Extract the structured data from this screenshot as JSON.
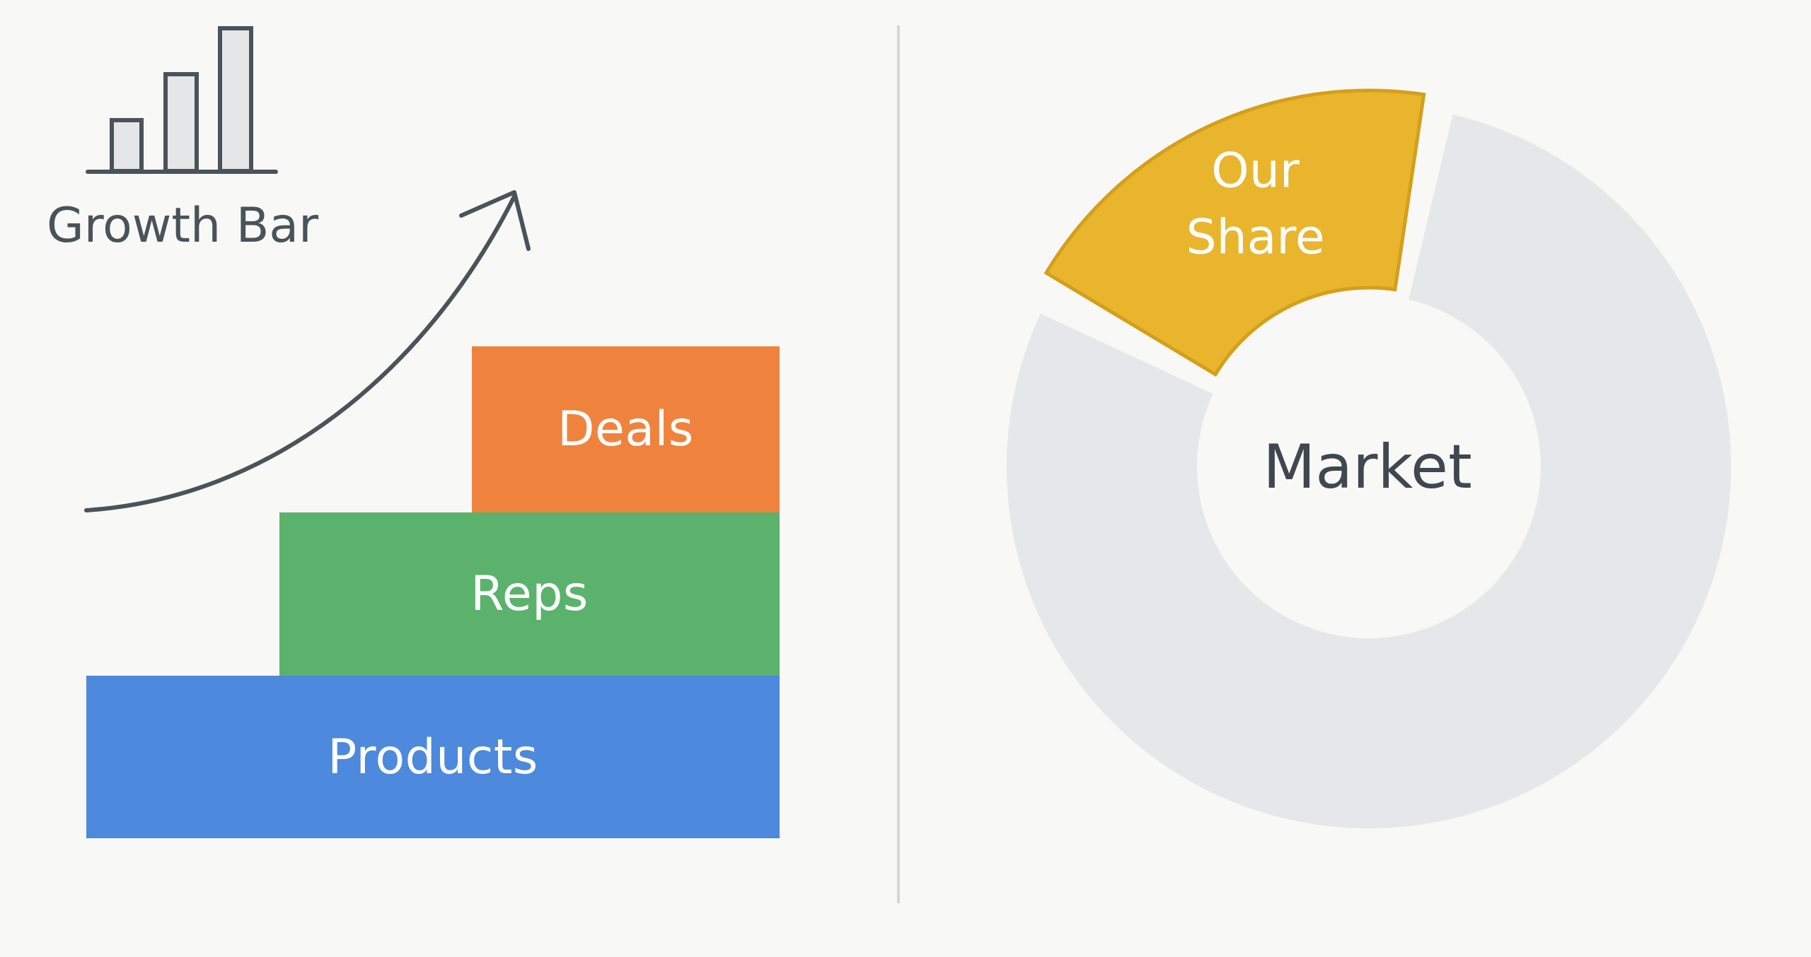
{
  "growth_icon": {
    "icon": "bar-chart-icon",
    "label": "Growth Bar"
  },
  "stack": {
    "arrow_icon": "trend-arrow-icon",
    "blocks": [
      {
        "label": "Deals",
        "color": "#ef833e"
      },
      {
        "label": "Reps",
        "color": "#5bb26c"
      },
      {
        "label": "Products",
        "color": "#4d89dc"
      }
    ]
  },
  "donut": {
    "center_label": "Market",
    "highlight_label_line1": "Our",
    "highlight_label_line2": "Share",
    "highlight_share": 0.19,
    "highlight_color": "#e9b52d",
    "base_color": "#e6e7e9",
    "text_color": "#3f4750",
    "highlight_text_color": "#ffffff"
  }
}
